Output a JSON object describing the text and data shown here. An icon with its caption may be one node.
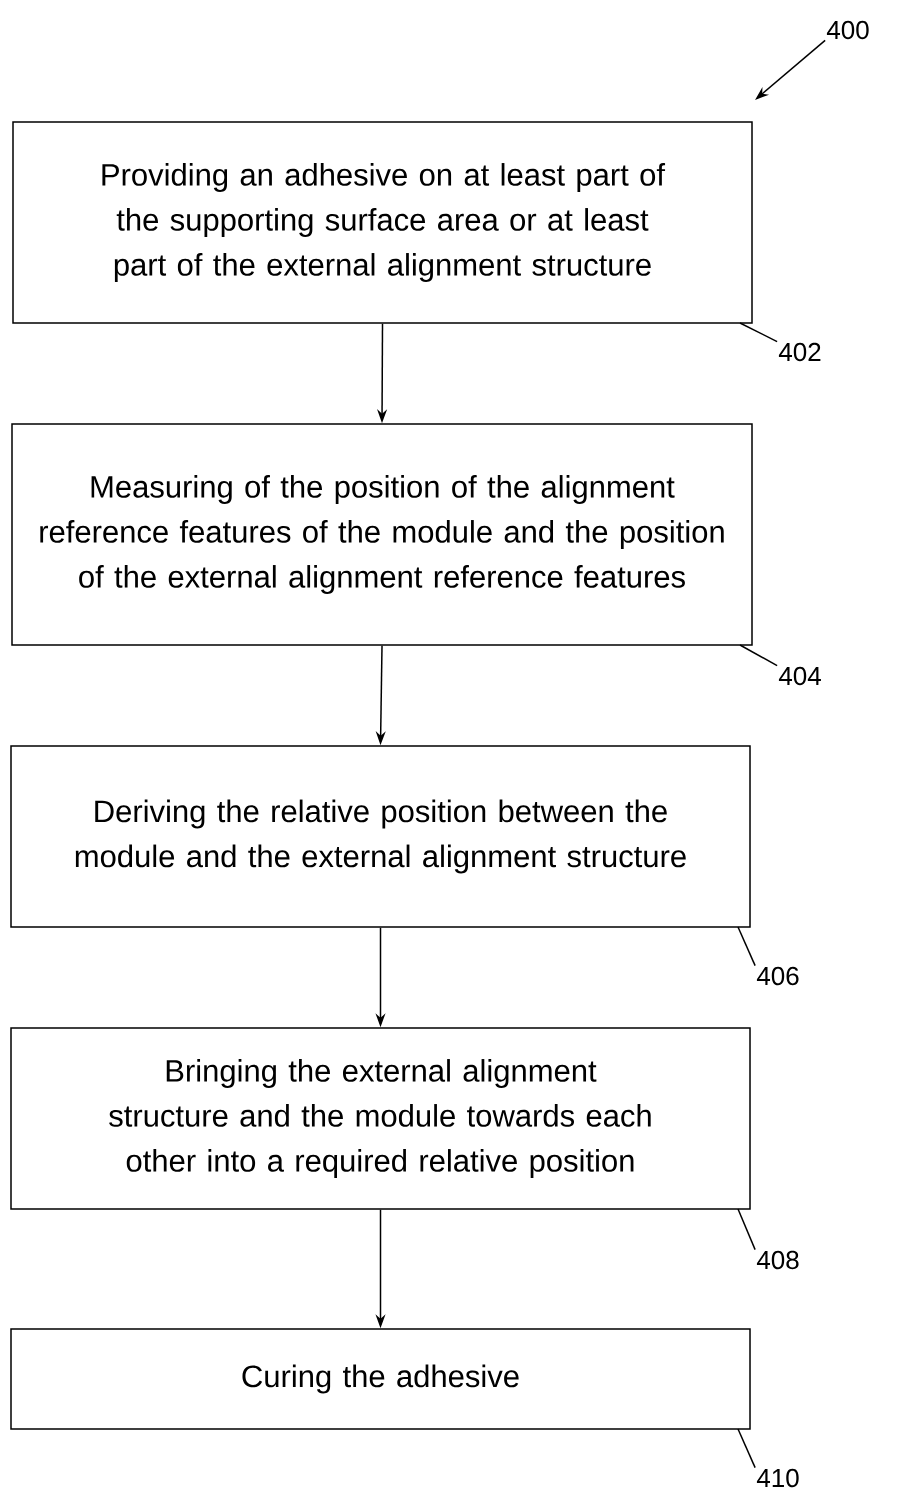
{
  "diagram": {
    "nodes": [
      {
        "text": [
          "Providing an adhesive on at least part of the supporting surface area or at least part of the external alignment structure"
        ]
      },
      {
        "text": [
          "Measuring of the position of the alignment reference features of the module and the position of the external alignment reference features"
        ]
      },
      {
        "text": [
          "Deriving the relative position between the module and the external alignment structure"
        ]
      },
      {
        "text": [
          "Bringing the external alignment structure and the module towards each other into a required relative position"
        ]
      },
      {
        "text": [
          "Curing the adhesive"
        ]
      },
      {
        "text": [
          "400"
        ]
      },
      {
        "text": [
          "402"
        ]
      },
      {
        "text": [
          "404"
        ]
      },
      {
        "text": [
          "406"
        ]
      },
      {
        "text": [
          "408"
        ]
      },
      {
        "text": [
          "410"
        ]
      }
    ],
    "edges": [
      {
        "from": 0,
        "to": 1,
        "arrow": "to"
      },
      {
        "from": 1,
        "to": 2,
        "arrow": "to"
      },
      {
        "from": 2,
        "to": 3,
        "arrow": "to"
      },
      {
        "from": 3,
        "to": 4,
        "arrow": "to"
      },
      {
        "from": 5,
        "to": null,
        "arrow": "to"
      },
      {
        "from": 6,
        "to": 0,
        "arrow": "none"
      },
      {
        "from": 7,
        "to": 1,
        "arrow": "none"
      },
      {
        "from": 8,
        "to": 2,
        "arrow": "none"
      },
      {
        "from": 9,
        "to": 3,
        "arrow": "none"
      },
      {
        "from": 10,
        "to": 4,
        "arrow": "none"
      }
    ]
  }
}
